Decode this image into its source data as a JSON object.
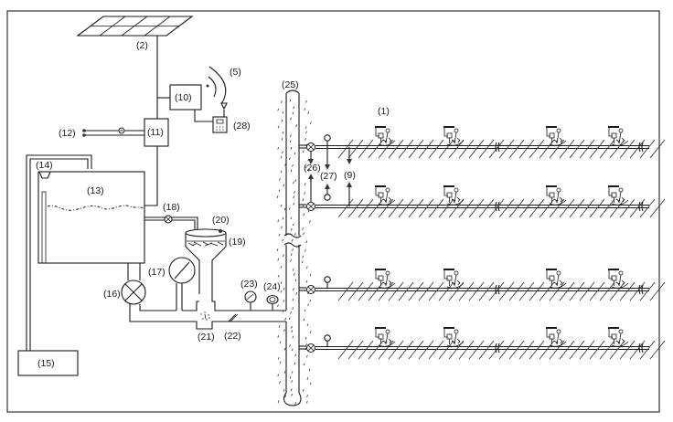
{
  "figure": {
    "type": "irrigation system schematic",
    "labels": {
      "sprinkler_units": "(1)",
      "solar_panel": "(2)",
      "wireless_signal": "(5)",
      "return_flow": "(9)",
      "controller": "(10)",
      "power_unit": "(11)",
      "power_input": "(12)",
      "tank": "(13)",
      "overflow": "(14)",
      "reservoir": "(15)",
      "main_valve": "(16)",
      "pressure_gauge": "(17)",
      "tank_outlet_valve": "(18)",
      "fertilizer_hopper": "(19)",
      "hopper_cap": "(20)",
      "mixer": "(21)",
      "flow_sensor": "(22)",
      "gauge_23": "(23)",
      "gauge_24": "(24)",
      "riser_pipe": "(25)",
      "branch_valve_flow": "(26)",
      "branch_gauge_flow": "(27)",
      "mobile_terminal": "(28)"
    },
    "branch_rows": 4,
    "sprinklers_per_row": 4
  }
}
